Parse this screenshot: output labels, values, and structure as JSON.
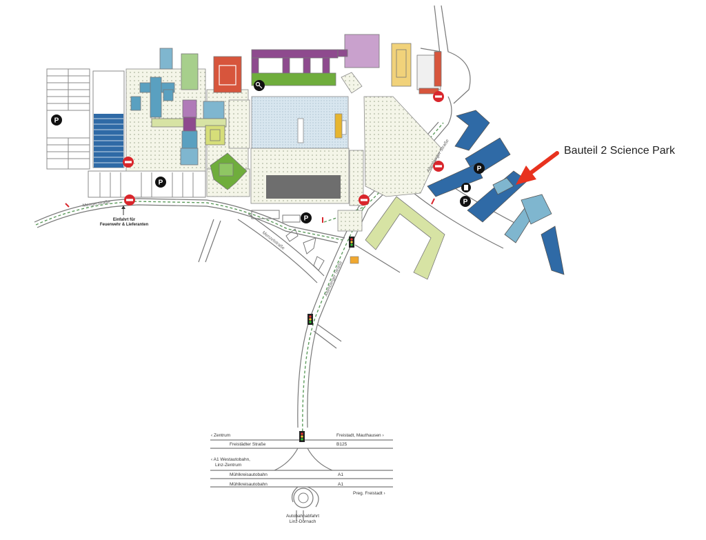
{
  "callout": {
    "label": "Bauteil 2 Science Park"
  },
  "streets": {
    "mengerstrasse": "Mengerstraße",
    "menzelstrasse": "Menzelstraße",
    "altenberger_strasse": "Altenberger Straße",
    "altenberger_strasse_north": "Altenberger Straße"
  },
  "entrance": {
    "line1": "Einfahrt für",
    "line2": "Feuerwehr & Lieferanten"
  },
  "parking": {
    "p1": "P",
    "p2": "P",
    "p3": "P",
    "p4": "P",
    "p5": "P"
  },
  "junction": {
    "zentrum": "Zentrum",
    "freistaedter": "Freistädter Straße",
    "freistadt_mauthausen": "Freistadt, Mauthausen",
    "b125": "B125",
    "a1_west_1": "A1 Westautobahn,",
    "a1_west_2": "Linz-Zentrum",
    "muehlkreis_1": "Mühlkreisautobahn",
    "a1_1": "A1",
    "muehlkreis_2": "Mühlkreisautobahn",
    "a1_2": "A1",
    "preg": "Preg. Freistadt",
    "abfahrt_1": "Autobahnabfahrt",
    "abfahrt_2": "Linz-Dornach"
  },
  "colors": {
    "arrow": "#e8321e",
    "science_park_blue": "#2f6aa6",
    "no_entry": "#d9262c",
    "green_building": "#6fad3c",
    "purple": "#8e4a8e",
    "lime": "#d7e3a4",
    "road_green": "#5a9a5a"
  },
  "icons": [
    "parking-icon",
    "no-entry-icon",
    "traffic-light-icon",
    "arrow-icon",
    "ev-charging-icon",
    "key-icon"
  ]
}
